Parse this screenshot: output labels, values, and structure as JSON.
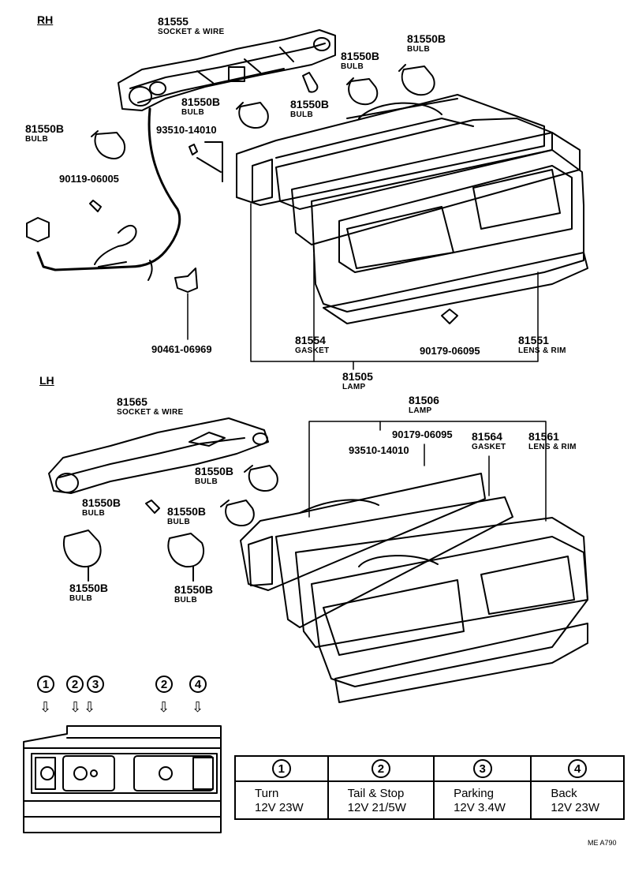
{
  "sections": {
    "rh": "RH",
    "lh": "LH"
  },
  "rh_parts": {
    "socket_wire_pn": "81555",
    "socket_wire_name": "SOCKET & WIRE",
    "bulb_a_pn": "81550B",
    "bulb_a_name": "BULB",
    "bulb_b_pn": "81550B",
    "bulb_b_name": "BULB",
    "bulb_c_pn": "81550B",
    "bulb_c_name": "BULB",
    "bulb_d_pn": "81550B",
    "bulb_d_name": "BULB",
    "bulb_e_pn": "81550B",
    "bulb_e_name": "BULB",
    "screw_pn": "93510-14010",
    "clip_pn": "90119-06005",
    "clamp_pn": "90461-06969",
    "gasket_pn": "81554",
    "gasket_name": "GASKET",
    "nut_pn": "90179-06095",
    "lens_pn": "81551",
    "lens_name": "LENS & RIM",
    "lamp_pn": "81505",
    "lamp_name": "LAMP"
  },
  "lh_parts": {
    "socket_wire_pn": "81565",
    "socket_wire_name": "SOCKET & WIRE",
    "lamp_pn": "81506",
    "lamp_name": "LAMP",
    "nut_pn": "90179-06095",
    "screw_pn": "93510-14010",
    "gasket_pn": "81564",
    "gasket_name": "GASKET",
    "lens_pn": "81561",
    "lens_name": "LENS & RIM",
    "bulb_a_pn": "81550B",
    "bulb_a_name": "BULB",
    "bulb_b_pn": "81550B",
    "bulb_b_name": "BULB",
    "bulb_c_pn": "81550B",
    "bulb_c_name": "BULB",
    "bulb_d_pn": "81550B",
    "bulb_d_name": "BULB",
    "bulb_e_pn": "81550B",
    "bulb_e_name": "BULB"
  },
  "callouts": [
    "1",
    "2",
    "3",
    "2",
    "4"
  ],
  "spec_table": [
    {
      "num": "1",
      "name": "Turn",
      "spec": "12V 23W"
    },
    {
      "num": "2",
      "name": "Tail & Stop",
      "spec": "12V 21/5W"
    },
    {
      "num": "3",
      "name": "Parking",
      "spec": "12V 3.4W"
    },
    {
      "num": "4",
      "name": "Back",
      "spec": "12V 23W"
    }
  ],
  "diagram_code": "ME  A790"
}
